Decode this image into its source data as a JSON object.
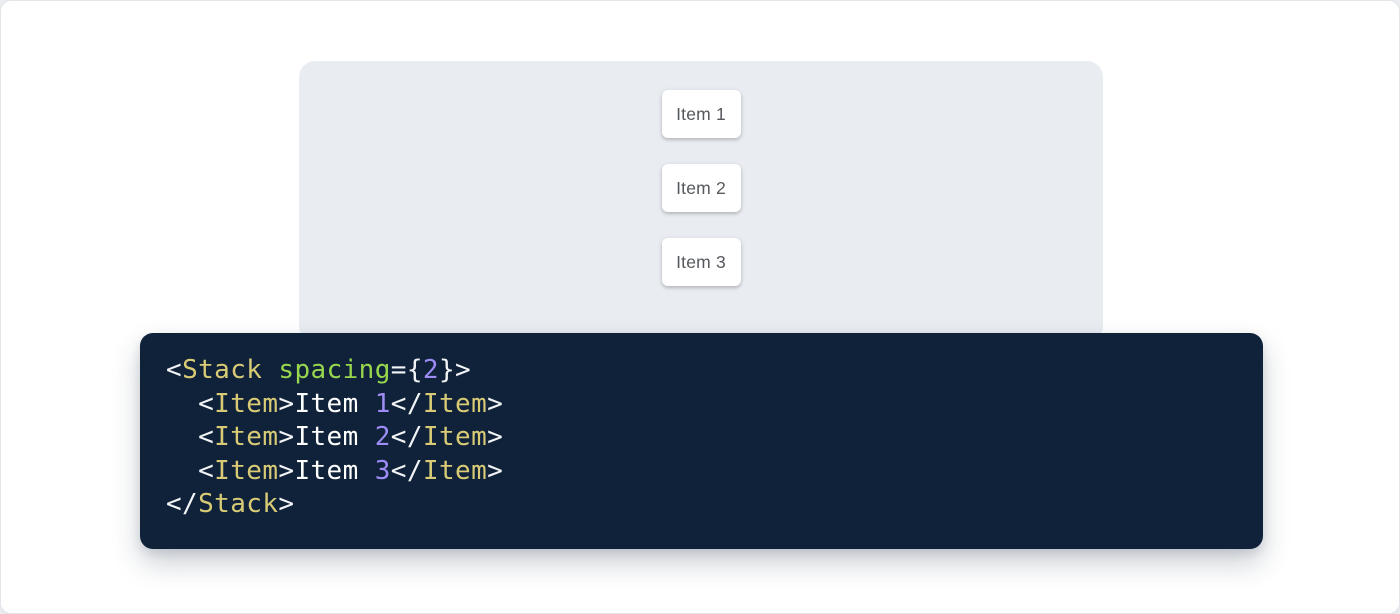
{
  "theme": {
    "outer_bg": "#EAECEF",
    "page_bg": "#FFFFFF",
    "page_border": "#E2E5E9",
    "panel_bg": "#E9EDF2",
    "item_bg": "#FFFFFF",
    "item_text": "#55585E",
    "code_bg": "#0F2239",
    "tok_tag": "#D9CB76",
    "tok_attr": "#97D64D",
    "tok_number": "#9D8CF5",
    "tok_punct": "#F2F4F6",
    "tok_plain": "#FFFFFF"
  },
  "demo_panel": {
    "items": [
      {
        "label": "Item 1"
      },
      {
        "label": "Item 2"
      },
      {
        "label": "Item 3"
      }
    ]
  },
  "code_block": {
    "language": "jsx",
    "lines": [
      [
        {
          "t": "<",
          "k": "punct"
        },
        {
          "t": "Stack",
          "k": "tag"
        },
        {
          "t": " ",
          "k": "plain"
        },
        {
          "t": "spacing",
          "k": "attr"
        },
        {
          "t": "=",
          "k": "punct"
        },
        {
          "t": "{",
          "k": "punct"
        },
        {
          "t": "2",
          "k": "number"
        },
        {
          "t": "}",
          "k": "punct"
        },
        {
          "t": ">",
          "k": "punct"
        }
      ],
      [
        {
          "t": "  ",
          "k": "plain"
        },
        {
          "t": "<",
          "k": "punct"
        },
        {
          "t": "Item",
          "k": "tag"
        },
        {
          "t": ">",
          "k": "punct"
        },
        {
          "t": "Item ",
          "k": "plain"
        },
        {
          "t": "1",
          "k": "number"
        },
        {
          "t": "</",
          "k": "punct"
        },
        {
          "t": "Item",
          "k": "tag"
        },
        {
          "t": ">",
          "k": "punct"
        }
      ],
      [
        {
          "t": "  ",
          "k": "plain"
        },
        {
          "t": "<",
          "k": "punct"
        },
        {
          "t": "Item",
          "k": "tag"
        },
        {
          "t": ">",
          "k": "punct"
        },
        {
          "t": "Item ",
          "k": "plain"
        },
        {
          "t": "2",
          "k": "number"
        },
        {
          "t": "</",
          "k": "punct"
        },
        {
          "t": "Item",
          "k": "tag"
        },
        {
          "t": ">",
          "k": "punct"
        }
      ],
      [
        {
          "t": "  ",
          "k": "plain"
        },
        {
          "t": "<",
          "k": "punct"
        },
        {
          "t": "Item",
          "k": "tag"
        },
        {
          "t": ">",
          "k": "punct"
        },
        {
          "t": "Item ",
          "k": "plain"
        },
        {
          "t": "3",
          "k": "number"
        },
        {
          "t": "</",
          "k": "punct"
        },
        {
          "t": "Item",
          "k": "tag"
        },
        {
          "t": ">",
          "k": "punct"
        }
      ],
      [
        {
          "t": "</",
          "k": "punct"
        },
        {
          "t": "Stack",
          "k": "tag"
        },
        {
          "t": ">",
          "k": "punct"
        }
      ]
    ]
  }
}
